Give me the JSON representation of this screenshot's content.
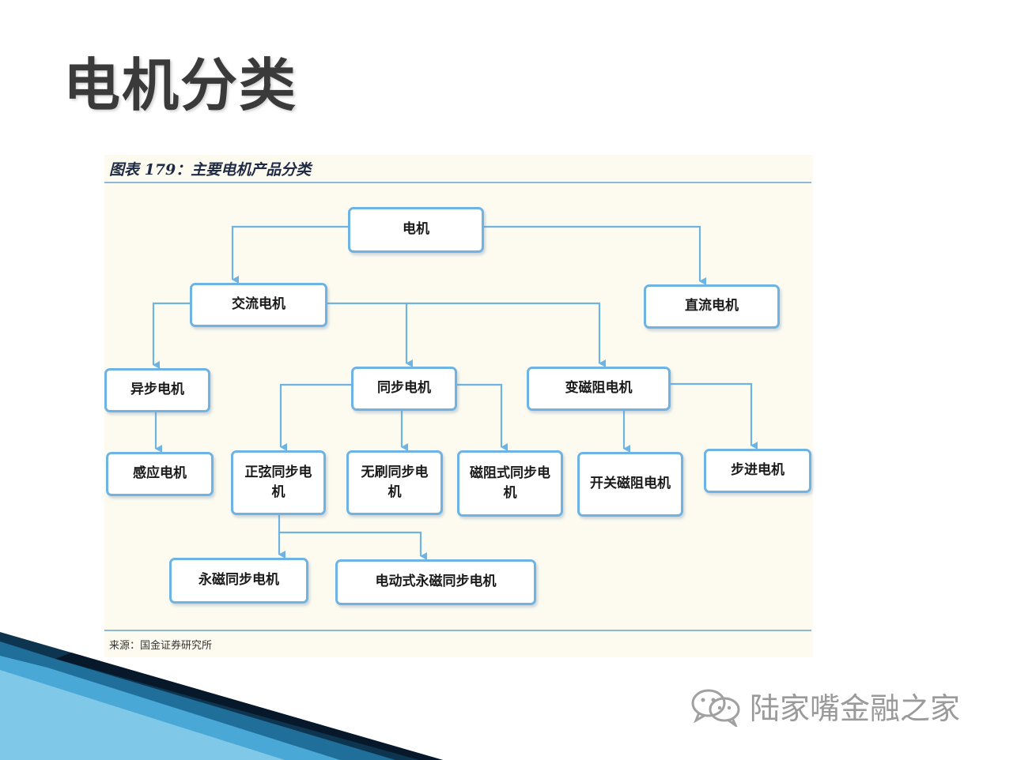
{
  "slide": {
    "title": "电机分类"
  },
  "figure": {
    "caption": "图表 179：主要电机产品分类",
    "source": "来源：国金证券研究所"
  },
  "nodes": {
    "motor": "电机",
    "ac_motor": "交流电机",
    "dc_motor": "直流电机",
    "async_motor": "异步电机",
    "sync_motor": "同步电机",
    "reluctance_motor": "变磁阻电机",
    "induction_motor": "感应电机",
    "sine_sync_motor": "正弦同步电机",
    "brushless_sync_motor": "无刷同步电机",
    "reluctance_sync_motor": "磁阻式同步电机",
    "switched_reluctance_motor": "开关磁阻电机",
    "stepper_motor": "步进电机",
    "pm_sync_motor": "永磁同步电机",
    "electric_pm_sync_motor": "电动式永磁同步电机"
  },
  "watermark": {
    "text": "陆家嘴金融之家",
    "icon": "wechat-icon"
  },
  "colors": {
    "connector": "#6fb3e3",
    "decor_dark": "#0a2a44",
    "decor_light": "#5fb8e0"
  }
}
